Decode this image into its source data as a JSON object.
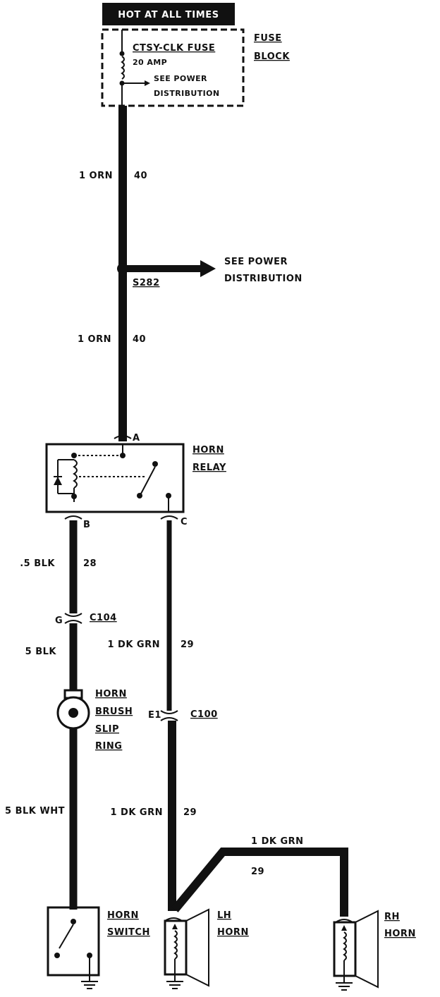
{
  "header": "HOT AT ALL TIMES",
  "fuse_block": {
    "fuse_label": "CTSY-CLK FUSE",
    "rating": "20 AMP",
    "see_power_1": "SEE POWER",
    "see_power_2": "DISTRIBUTION",
    "block_1": "FUSE",
    "block_2": "BLOCK"
  },
  "wire_top": {
    "gauge": "1 ORN",
    "circuit": "40"
  },
  "splice": {
    "id": "S282",
    "see_1": "SEE POWER",
    "see_2": "DISTRIBUTION"
  },
  "wire_mid": {
    "gauge": "1 ORN",
    "circuit": "40"
  },
  "relay": {
    "name_1": "HORN",
    "name_2": "RELAY",
    "pin_a": "A",
    "pin_b": "B",
    "pin_c": "C"
  },
  "wire_b": {
    "gauge": ".5 BLK",
    "circuit": "28"
  },
  "connector_c104": {
    "pin": "G",
    "id": "C104"
  },
  "wire_b2": {
    "gauge": "5 BLK"
  },
  "brush": {
    "l1": "HORN",
    "l2": "BRUSH",
    "l3": "SLIP",
    "l4": "RING"
  },
  "wire_bw": {
    "gauge": "5 BLK WHT"
  },
  "horn_switch": {
    "l1": "HORN",
    "l2": "SWITCH"
  },
  "wire_c1": {
    "gauge": "1 DK GRN",
    "circuit": "29"
  },
  "connector_c100": {
    "pin": "E1",
    "id": "C100"
  },
  "wire_c2": {
    "gauge": "1 DK GRN",
    "circuit": "29"
  },
  "wire_rh": {
    "gauge": "1 DK GRN",
    "circuit": "29"
  },
  "lh_horn": {
    "l1": "LH",
    "l2": "HORN"
  },
  "rh_horn": {
    "l1": "RH",
    "l2": "HORN"
  }
}
